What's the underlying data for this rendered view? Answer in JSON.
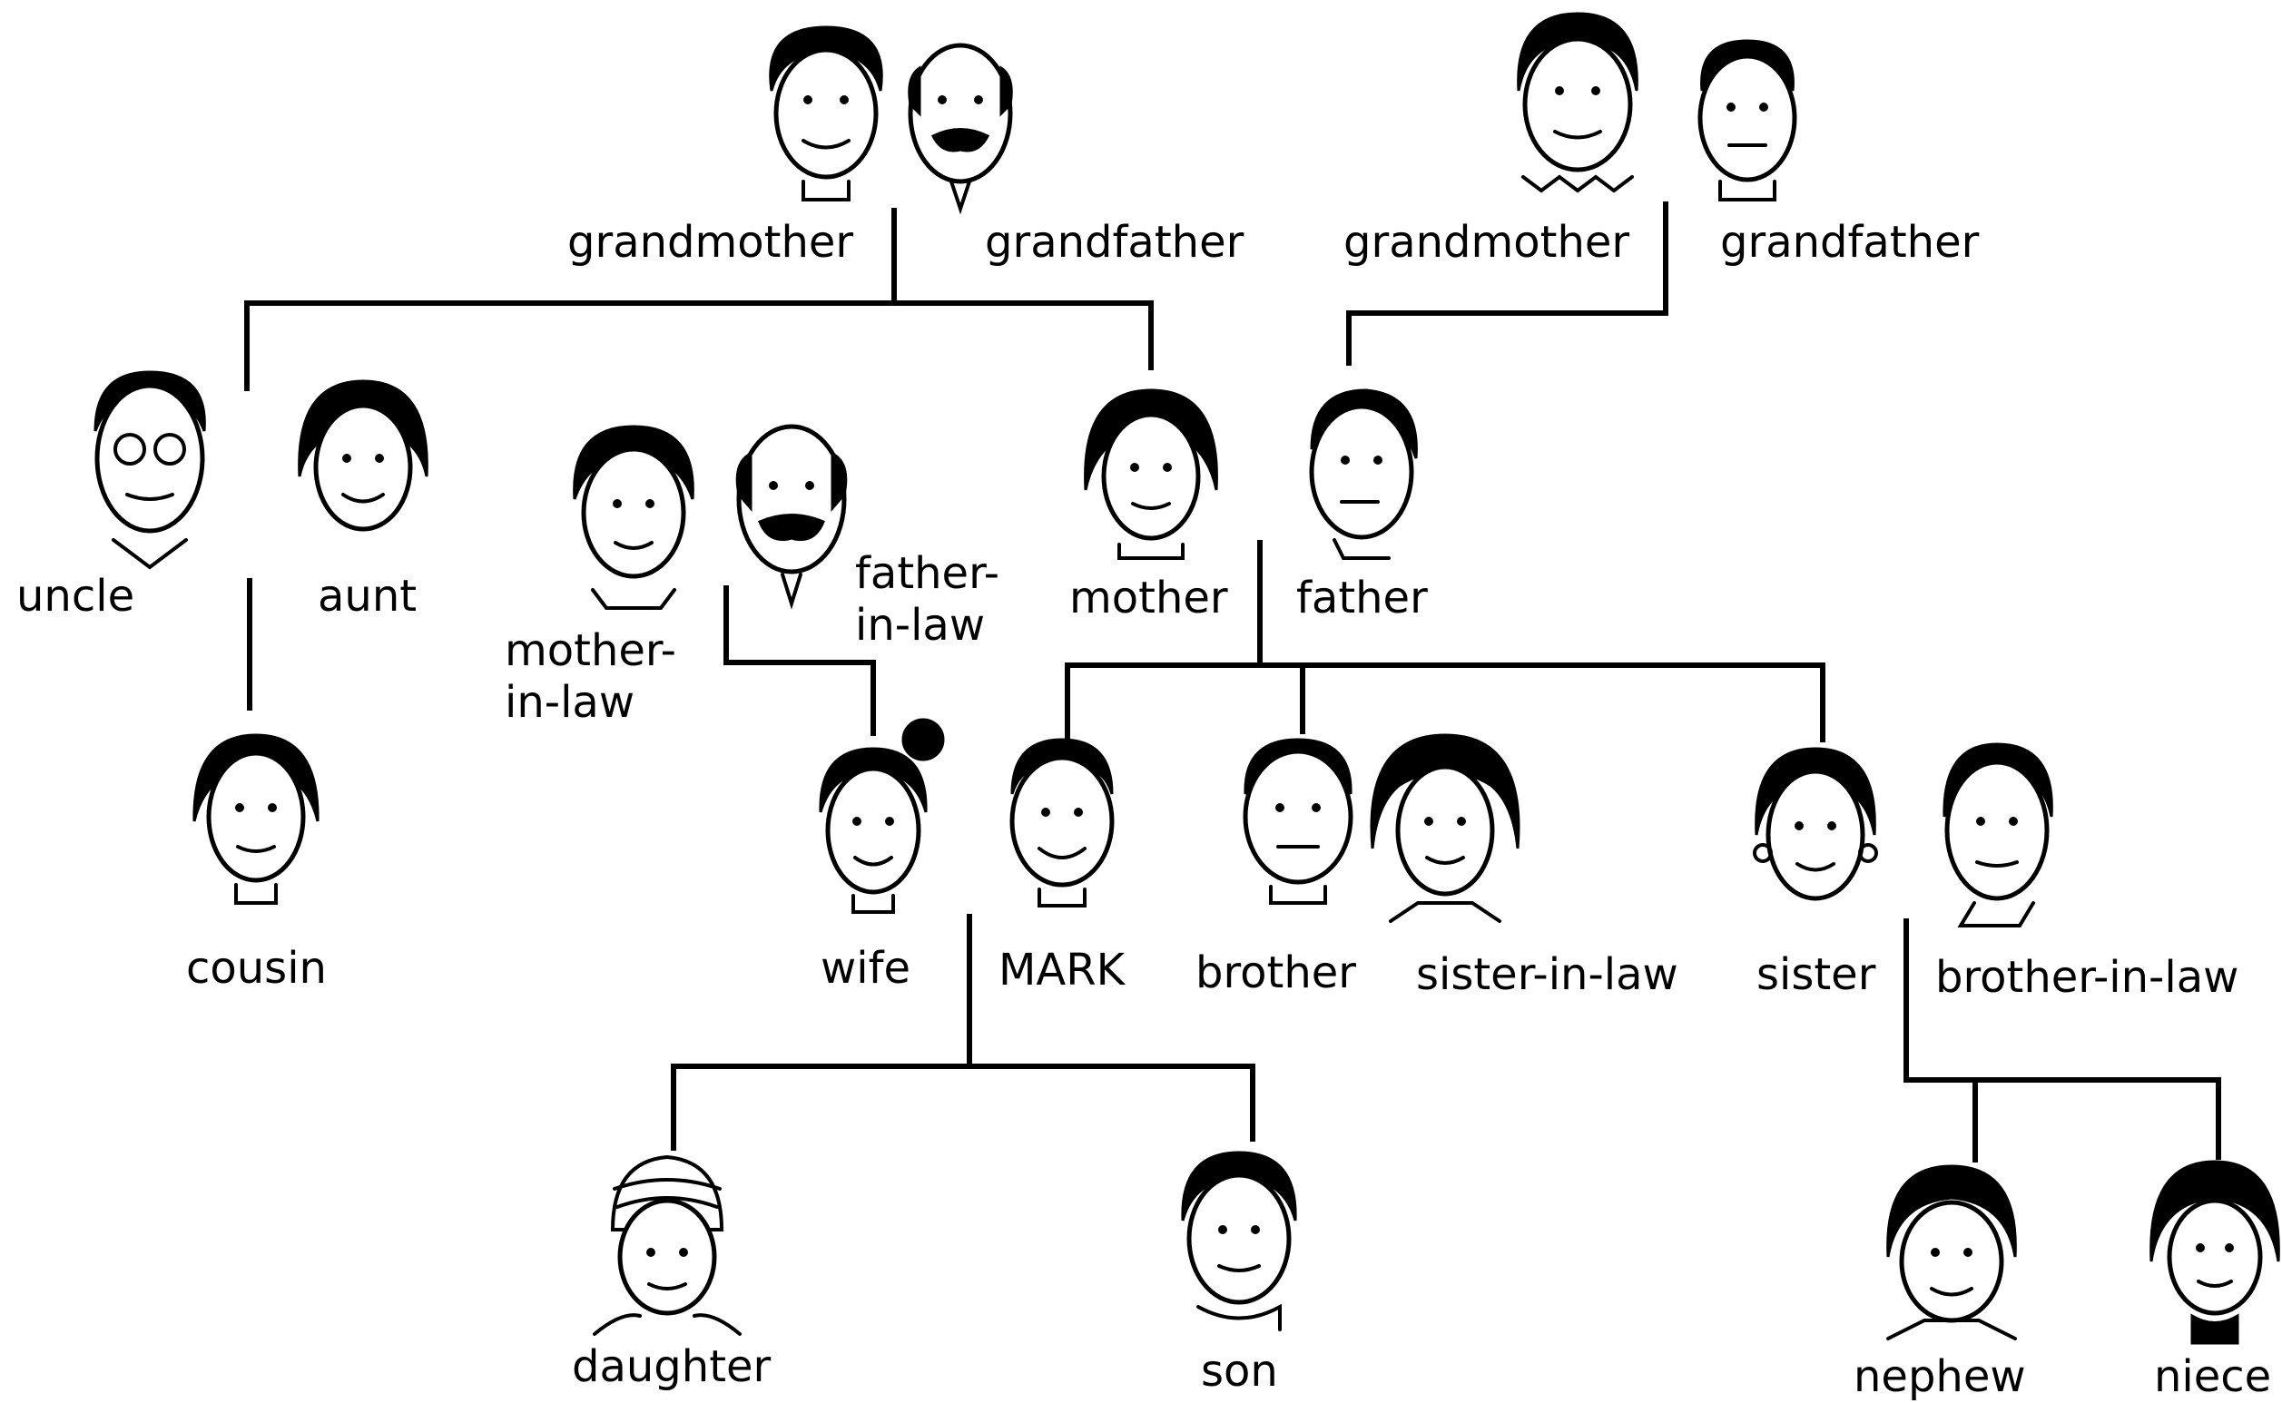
{
  "labels": {
    "grandmother_paternal": "grandmother",
    "grandfather_paternal": "grandfather",
    "grandmother_maternal": "grandmother",
    "grandfather_maternal": "grandfather",
    "uncle": "uncle",
    "aunt": "aunt",
    "mother_in_law_1": "mother-",
    "mother_in_law_2": "in-law",
    "father_in_law_1": "father-",
    "father_in_law_2": "in-law",
    "mother": "mother",
    "father": "father",
    "cousin": "cousin",
    "wife": "wife",
    "mark": "MARK",
    "brother": "brother",
    "sister_in_law": "sister-in-law",
    "sister": "sister",
    "brother_in_law": "brother-in-law",
    "daughter": "daughter",
    "son": "son",
    "nephew": "nephew",
    "niece": "niece"
  },
  "colors": {
    "line": "#000000",
    "background": "#ffffff"
  }
}
